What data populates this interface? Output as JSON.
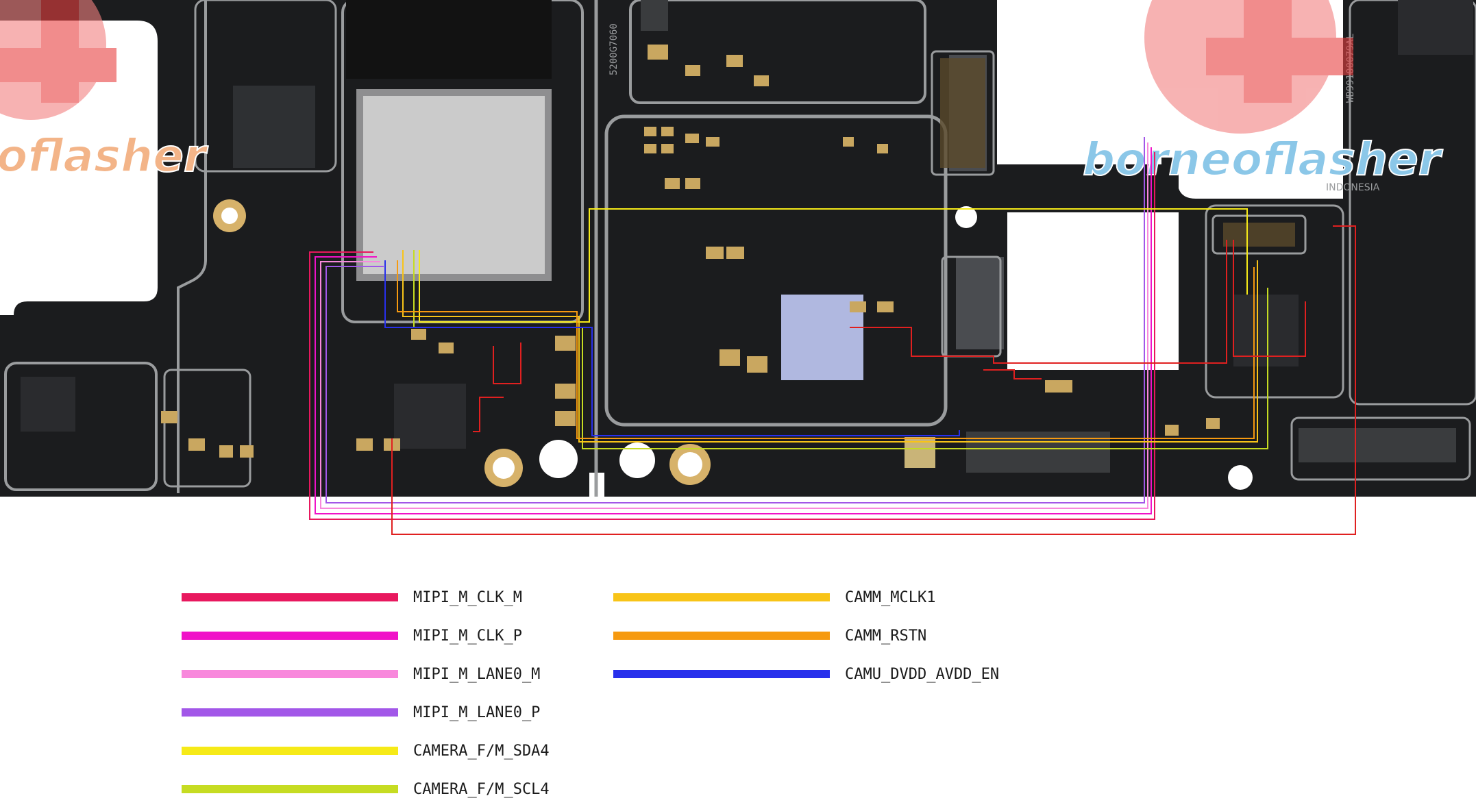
{
  "watermark": {
    "left_text": "oflasher",
    "right_text": "borneoflasher",
    "right_subtext": "INDONESIA"
  },
  "board": {
    "silkscreen_left": "5200G7060",
    "silkscreen_right": "WB99100079AL"
  },
  "legend": {
    "left_column": [
      {
        "label": "MIPI_M_CLK_M",
        "color": "#e8185e"
      },
      {
        "label": "MIPI_M_CLK_P",
        "color": "#f012c8"
      },
      {
        "label": "MIPI_M_LANE0_M",
        "color": "#f888dc"
      },
      {
        "label": "MIPI_M_LANE0_P",
        "color": "#a257e8"
      },
      {
        "label": "CAMERA_F/M_SDA4",
        "color": "#f6ea18"
      },
      {
        "label": "CAMERA_F/M_SCL4",
        "color": "#c6dc22"
      }
    ],
    "right_column": [
      {
        "label": "CAMM_MCLK1",
        "color": "#f8c418"
      },
      {
        "label": "CAMM_RSTN",
        "color": "#f69a10"
      },
      {
        "label": "CAMU_DVDD_AVDD_EN",
        "color": "#2830ec"
      }
    ]
  },
  "colors": {
    "pcb": "#1b1c1e",
    "pcb_outline": "#9a9c9e",
    "red_trace": "#e02020",
    "gold_pad": "#c9a760",
    "bga": "#d8d8d8"
  }
}
